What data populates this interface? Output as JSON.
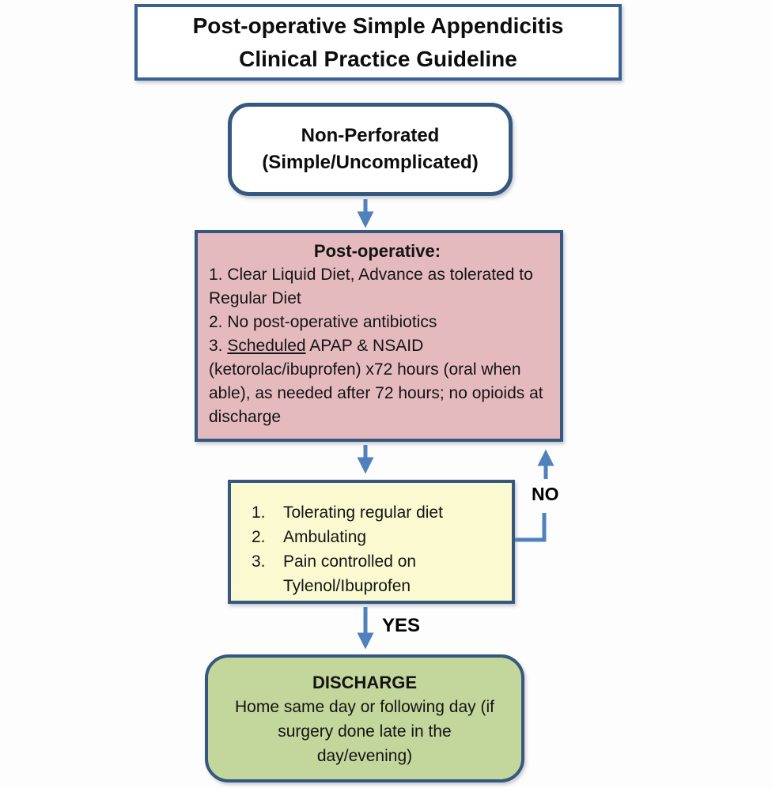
{
  "colors": {
    "border_blue": "#36587E",
    "title_border_blue": "#3A6191",
    "arrow_blue": "#4F81BD",
    "pink_fill": "#E5BABF",
    "yellow_fill": "#FBF9D0",
    "green_fill": "#C3D69B"
  },
  "title_box": {
    "line1": "Post-operative Simple Appendicitis",
    "line2": "Clinical Practice Guideline"
  },
  "start_box": {
    "line1": "Non-Perforated",
    "line2": "(Simple/Uncomplicated)"
  },
  "post_op_box": {
    "heading": "Post-operative:",
    "item1": "1. Clear Liquid Diet, Advance as tolerated to Regular Diet",
    "item2": "2. No post-operative antibiotics",
    "item3_prefix": "3. ",
    "item3_underlined": "Scheduled",
    "item3_rest": " APAP & NSAID (ketorolac/ibuprofen) x72 hours (oral when able), as needed after 72 hours; no opioids at discharge"
  },
  "criteria_box": {
    "items": [
      {
        "num": "1.",
        "text": "Tolerating regular diet"
      },
      {
        "num": "2.",
        "text": "Ambulating"
      },
      {
        "num": "3.",
        "text": "Pain controlled on Tylenol/Ibuprofen"
      }
    ]
  },
  "labels": {
    "no": "NO",
    "yes": "YES"
  },
  "discharge_box": {
    "heading": "DISCHARGE",
    "body": "Home same day or following day (if surgery done late in the day/evening)"
  }
}
